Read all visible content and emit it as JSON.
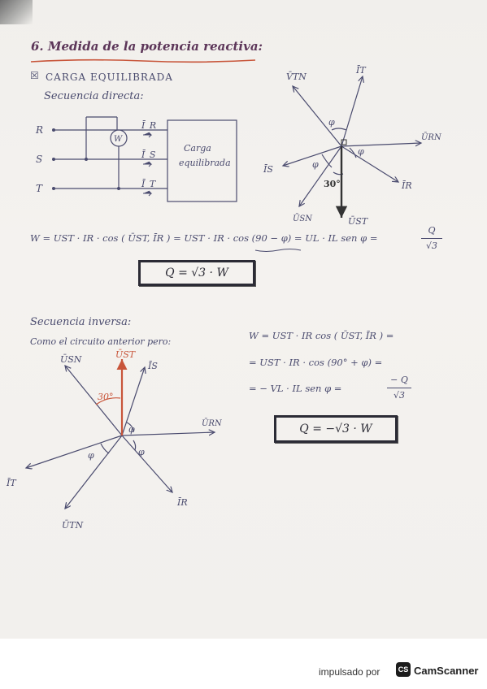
{
  "heading": "6. Medida de la potencia reactiva:",
  "section1": {
    "checkbox_label": "CARGA EQUILIBRADA",
    "subtitle": "Secuencia directa:",
    "phases": [
      "R",
      "S",
      "T"
    ],
    "meter": "W",
    "currents": [
      "Ī_R",
      "Ī_S",
      "Ī_T"
    ],
    "load_line1": "Carga",
    "load_line2": "equilibrada",
    "phasor_labels": {
      "vtn": "V̄TN",
      "it": "ĪT",
      "vrn": "ŪRN",
      "is": "ĪS",
      "ir": "ĪR",
      "vsn": "ŪSN",
      "vst": "ŪST",
      "phi": "φ",
      "angle": "30°"
    },
    "equation": "W = UST · IR · cos ( ŪST, ĪR ) = UST · IR · cos (90 − φ) = UL · IL sen φ =",
    "fraction_num": "Q",
    "fraction_den": "√3",
    "boxed_result": "Q = √3 · W"
  },
  "section2": {
    "subtitle": "Secuencia inversa:",
    "note": "Como el circuito anterior pero:",
    "eq_line1": "W = UST · IR cos ( ŪST, ĪR ) =",
    "eq_line2": "= UST · IR · cos (90° + φ) =",
    "eq_line3": "= − VL · IL sen φ =",
    "fraction_num": "− Q",
    "fraction_den": "√3",
    "boxed_result": "Q = −√3 · W",
    "phasor_labels": {
      "vsn": "ŪSN",
      "vst": "ŪST",
      "is": "ĪS",
      "vrn": "ŪRN",
      "it": "ĪT",
      "ir": "ĪR",
      "vtn": "ŪTN",
      "phi": "φ",
      "angle": "30°"
    }
  },
  "footer": {
    "label": "impulsado por",
    "logo": "CS",
    "brand": "CamScanner"
  },
  "colors": {
    "ink": "#4a4b6e",
    "title": "#5c3558",
    "accent": "#c8553a",
    "box": "#2b2b35"
  }
}
